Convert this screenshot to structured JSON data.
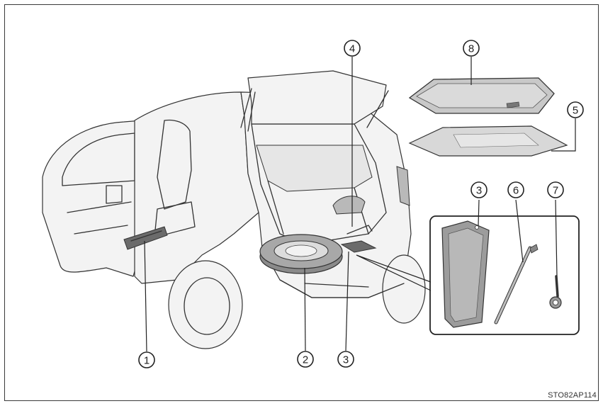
{
  "figure": {
    "reference_code": "STO82AP114",
    "callouts": [
      {
        "id": "c1",
        "label": "1"
      },
      {
        "id": "c2",
        "label": "2"
      },
      {
        "id": "c3a",
        "label": "3"
      },
      {
        "id": "c3b",
        "label": "3"
      },
      {
        "id": "c4",
        "label": "4"
      },
      {
        "id": "c5",
        "label": "5"
      },
      {
        "id": "c6",
        "label": "6"
      },
      {
        "id": "c7",
        "label": "7"
      },
      {
        "id": "c8",
        "label": "8"
      }
    ]
  }
}
